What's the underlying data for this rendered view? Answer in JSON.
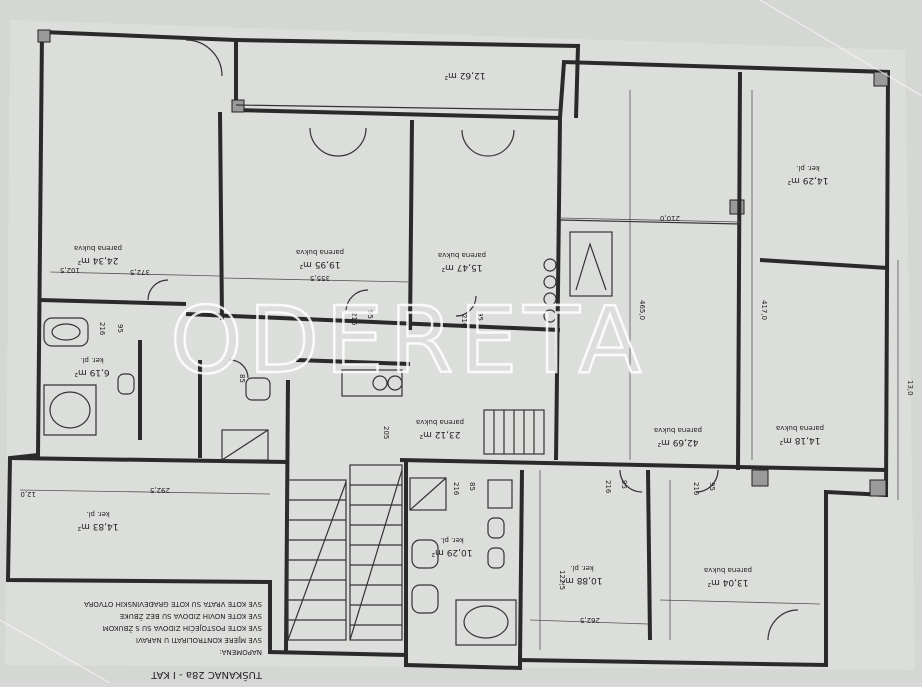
{
  "watermark": "ODERETA",
  "title": "TUŠKANAC 28a - I KAT",
  "notes": {
    "heading": "NAPOMENA:",
    "line1": "SVE MJERE KONTROLIRATI U NARAVI",
    "line2": "SVE KOTE POSTOJEĆIH ZIDOVA SU S ŽBUKOM",
    "line3": "SVE KOTE NOVIH ZIDOVA SU BEZ ŽBUKE",
    "line4": "SVE KOTE VRATA SU KOTE GRAĐEVINSKIH OTVORA"
  },
  "rooms": [
    {
      "area": "12,62 m²",
      "floor": ""
    },
    {
      "area": "24,34 m²",
      "floor": "parena bukva"
    },
    {
      "area": "19,95 m²",
      "floor": "parena bukva"
    },
    {
      "area": "15,47 m²",
      "floor": "parena bukva"
    },
    {
      "area": "14,29 m²",
      "floor": "ker. pl."
    },
    {
      "area": "42,69 m²",
      "floor": "parena bukva"
    },
    {
      "area": "14,18 m²",
      "floor": "parena bukva"
    },
    {
      "area": "23,12 m²",
      "floor": "parena bukva"
    },
    {
      "area": "6,19 m²",
      "floor": "ker. pl."
    },
    {
      "area": "14,83 m²",
      "floor": "ker. pl."
    },
    {
      "area": "10,29 m²",
      "floor": "ker. pl."
    },
    {
      "area": "10,88 m²",
      "floor": "ker. pl."
    },
    {
      "area": "13,04 m²",
      "floor": "parena bukva"
    }
  ],
  "door_dims": [
    "95",
    "216",
    "95",
    "216",
    "95",
    "216",
    "95",
    "216",
    "95",
    "216",
    "85",
    "216",
    "205",
    "85"
  ],
  "dims": [
    "372,5",
    "355,5",
    "465,0",
    "417,0",
    "292,5",
    "210,0",
    "122,5",
    "102,5",
    "262,5",
    "12,0",
    "13,0"
  ]
}
